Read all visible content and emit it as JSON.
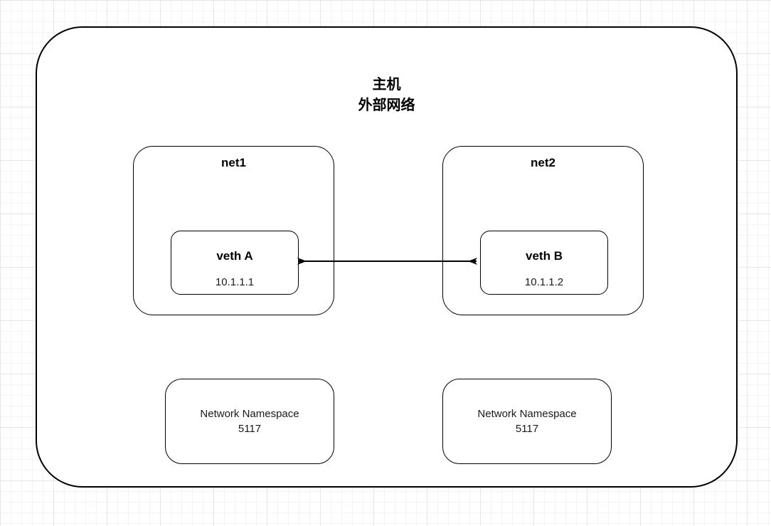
{
  "colors": {
    "stroke": "#000000",
    "background": "#ffffff",
    "grid_minor": "#f4f4f4",
    "grid_major": "#e6e6e6"
  },
  "diagram": {
    "host": {
      "title_line1": "主机",
      "title_line2": "外部网络"
    },
    "net1": {
      "label": "net1",
      "veth_name": "veth A",
      "veth_ip": "10.1.1.1"
    },
    "net2": {
      "label": "net2",
      "veth_name": "veth B",
      "veth_ip": "10.1.1.2"
    },
    "namespace_left": {
      "line1": "Network Namespace",
      "line2": "5117"
    },
    "namespace_right": {
      "line1": "Network Namespace",
      "line2": "5117"
    },
    "connection": {
      "style": "double-headed-arrow",
      "from": "veth A",
      "to": "veth B"
    }
  }
}
